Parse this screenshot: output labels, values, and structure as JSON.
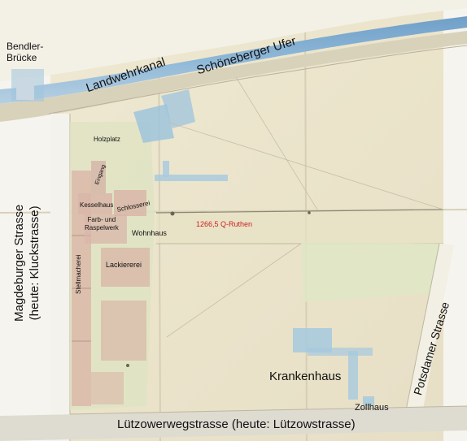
{
  "map": {
    "labels": {
      "bendler_bruecke": "Bendler-\nBrücke",
      "landwehrkanal": "Landwehrkanal",
      "schoeneberger_ufer": "Schöneberger Ufer",
      "holzplatz": "Holzplatz",
      "eingang": "Eingang",
      "kesselhaus": "Kesselhaus",
      "schlosserei": "Schlosserei",
      "farb_raspelwerk": "Farb- und\nRaspelwerk",
      "wohnhaus": "Wohnhaus",
      "area": "1266,5 Q-Ruthen",
      "stellmacherei": "Stellmacherei",
      "lackiererei": "Lackiererei",
      "magdeburger_strasse": "Magdeburger Strasse\n(heute: Kluckstrasse)",
      "krankenhaus": "Krankenhaus",
      "potsdamer_strasse": "Potsdamer Strasse",
      "zollhaus": "Zollhaus",
      "luetzowerwegstrasse": "Lützowerwegstrasse (heute: Lützowstrasse)"
    },
    "colors": {
      "paper": "#ece6cf",
      "water": "#8fb6d6",
      "building_blue": "#9ec4dc",
      "building_pink": "#d8b6a8",
      "area_text": "#cc1e1e",
      "ink": "#6a6458"
    }
  }
}
